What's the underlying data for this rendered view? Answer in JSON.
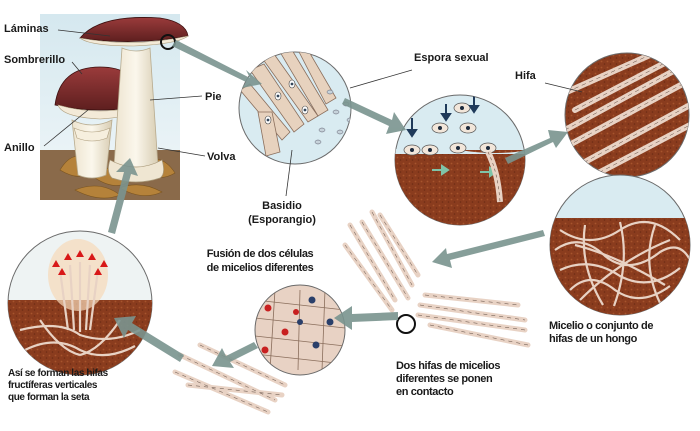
{
  "labels": {
    "laminas": "Láminas",
    "sombrerillo": "Sombrerillo",
    "pie": "Pie",
    "anillo": "Anillo",
    "volva": "Volva",
    "espora_sexual": "Espora sexual",
    "hifa": "Hifa",
    "basidio_1": "Basidio",
    "basidio_2": "(Esporangio)",
    "fusion_1": "Fusión de dos células",
    "fusion_2": "de micelios diferentes",
    "micelio_1": "Micelio o conjunto de",
    "micelio_2": "hifas de un  hongo",
    "contacto_1": "Dos hifas de micelios",
    "contacto_2": "diferentes se ponen",
    "contacto_3": "en contacto",
    "seta_1": "Así se forman las hifas",
    "seta_2": "fructíferas verticales",
    "seta_3": "que forman la seta"
  },
  "colors": {
    "soil": "#8b3e20",
    "sky": "#cfe4ec",
    "hypha": "#e8d2c4",
    "arrow": "#6e8a84",
    "cap": "#7a2a2a",
    "spore_red": "#c82020"
  }
}
